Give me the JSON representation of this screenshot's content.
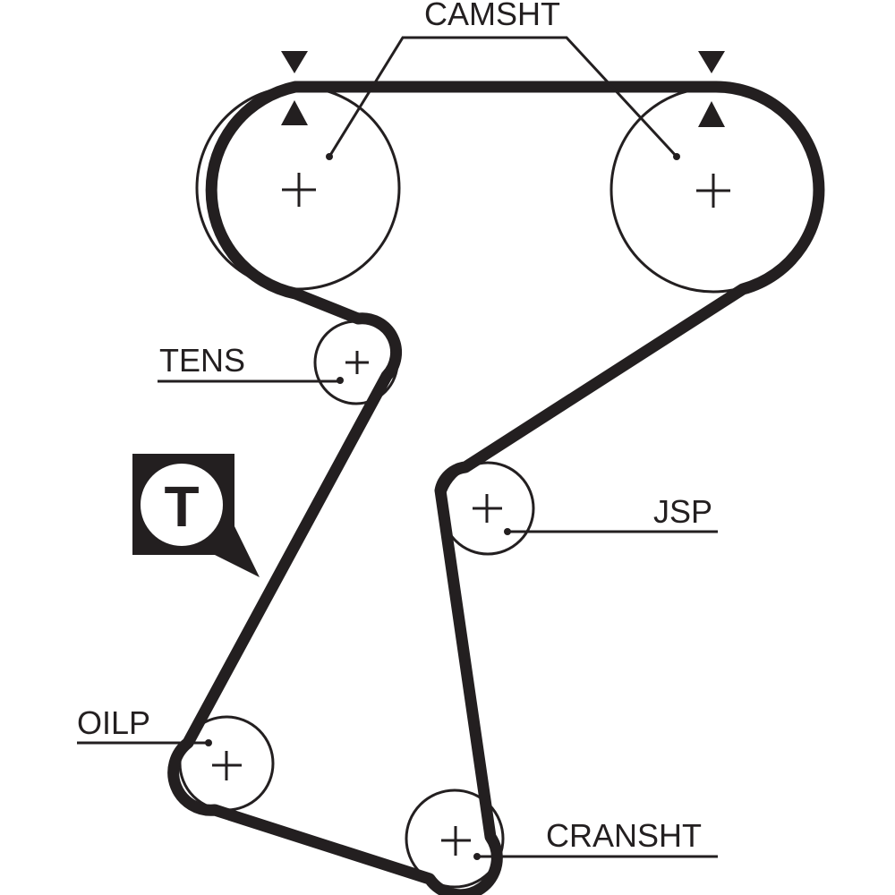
{
  "diagram": {
    "type": "timing-belt-routing",
    "colors": {
      "ink": "#231f20",
      "background": "#ffffff"
    },
    "labels": {
      "camshaft": "CAMSHT",
      "tensioner": "TENS",
      "water_pump": "JSP",
      "oil_pump": "OILP",
      "crankshaft": "CRANSHT"
    },
    "logo": {
      "icon": "tensioner-t-icon",
      "letter": "T"
    },
    "timing_marks": {
      "icon": "timing-mark-triangle-icon",
      "count": 2
    },
    "pulleys": [
      {
        "id": "camshaft-left",
        "label_key": "camshaft"
      },
      {
        "id": "camshaft-right",
        "label_key": "camshaft"
      },
      {
        "id": "tensioner",
        "label_key": "tensioner"
      },
      {
        "id": "water-pump",
        "label_key": "water_pump"
      },
      {
        "id": "oil-pump",
        "label_key": "oil_pump"
      },
      {
        "id": "crankshaft",
        "label_key": "crankshaft"
      }
    ]
  }
}
